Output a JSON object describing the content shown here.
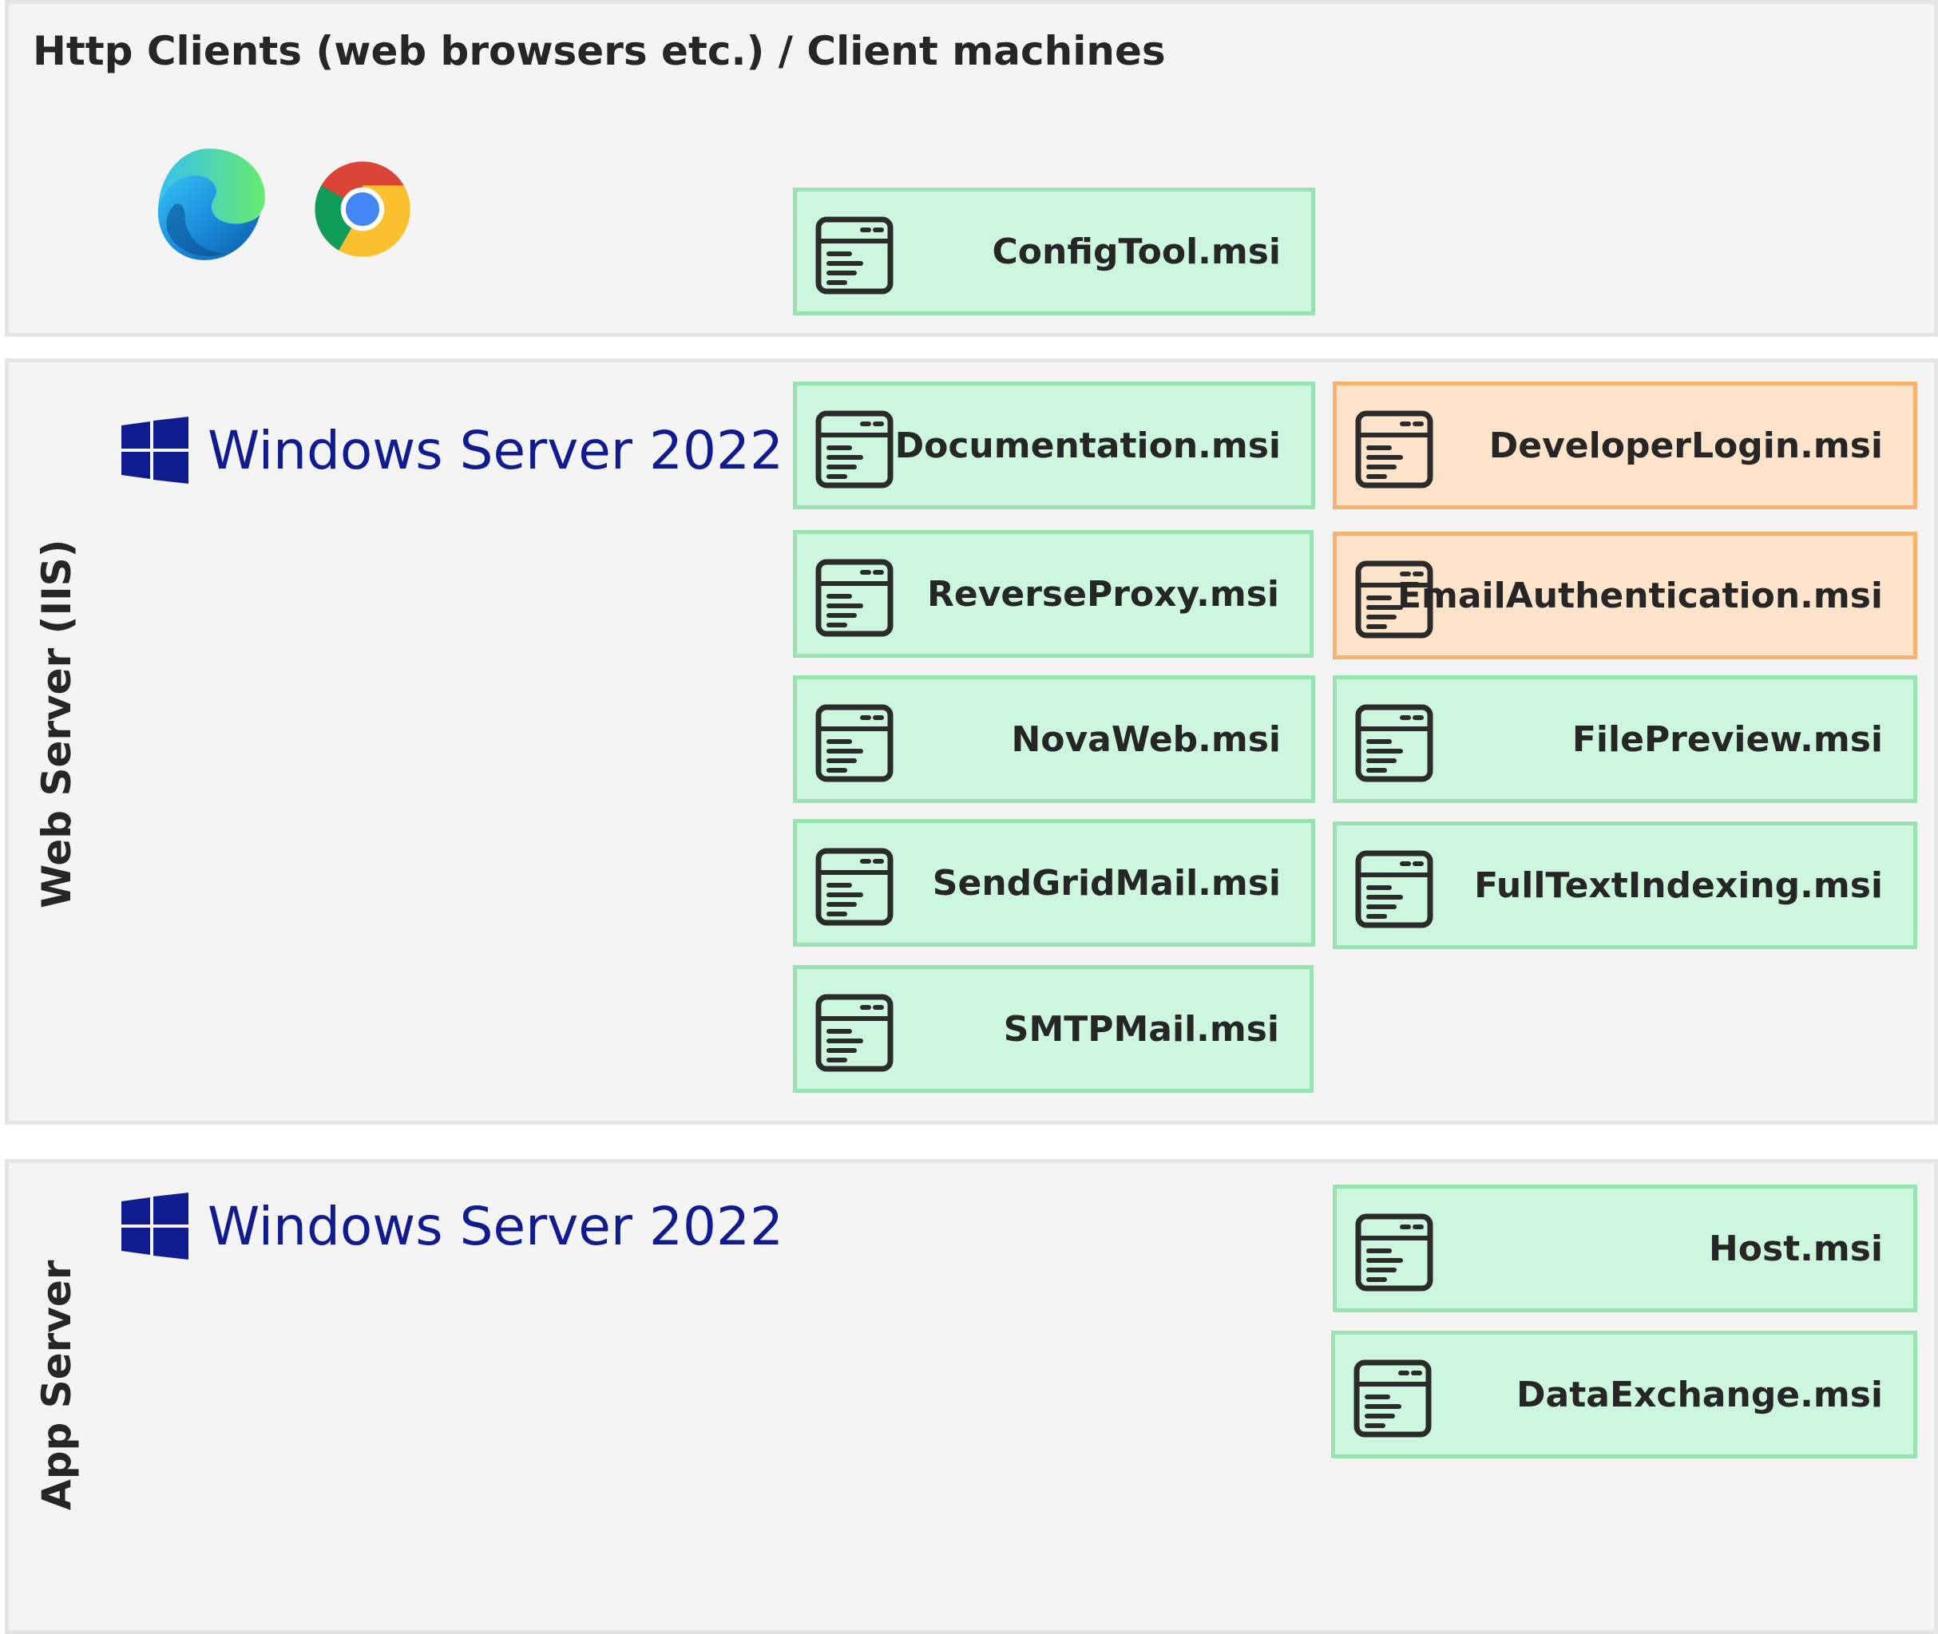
{
  "zones": {
    "clients": {
      "title": "Http Clients (web browsers etc.) / Client machines"
    },
    "web": {
      "label": "Web Server (IIS)",
      "os": "Windows Server 2022"
    },
    "app": {
      "label": "App Server",
      "os": "Windows Server 2022"
    }
  },
  "browsers": [
    {
      "icon": "edge-browser-icon"
    },
    {
      "icon": "chrome-browser-icon"
    }
  ],
  "packages": {
    "configtool": "ConfigTool.msi",
    "documentation": "Documentation.msi",
    "reverseproxy": "ReverseProxy.msi",
    "novaweb": "NovaWeb.msi",
    "sendgridmail": "SendGridMail.msi",
    "smtpmail": "SMTPMail.msi",
    "developerlogin": "DeveloperLogin.msi",
    "emailauthentication": "EmailAuthentication.msi",
    "filepreview": "FilePreview.msi",
    "fulltextindexing": "FullTextIndexing.msi",
    "host": "Host.msi",
    "dataexchange": "DataExchange.msi"
  },
  "colors": {
    "package_fill": "#cdf6de",
    "package_border": "#99e3b0",
    "highlight_fill": "#fde3ca",
    "highlight_border": "#f6b26e",
    "windows_blue": "#0f1b8f"
  }
}
